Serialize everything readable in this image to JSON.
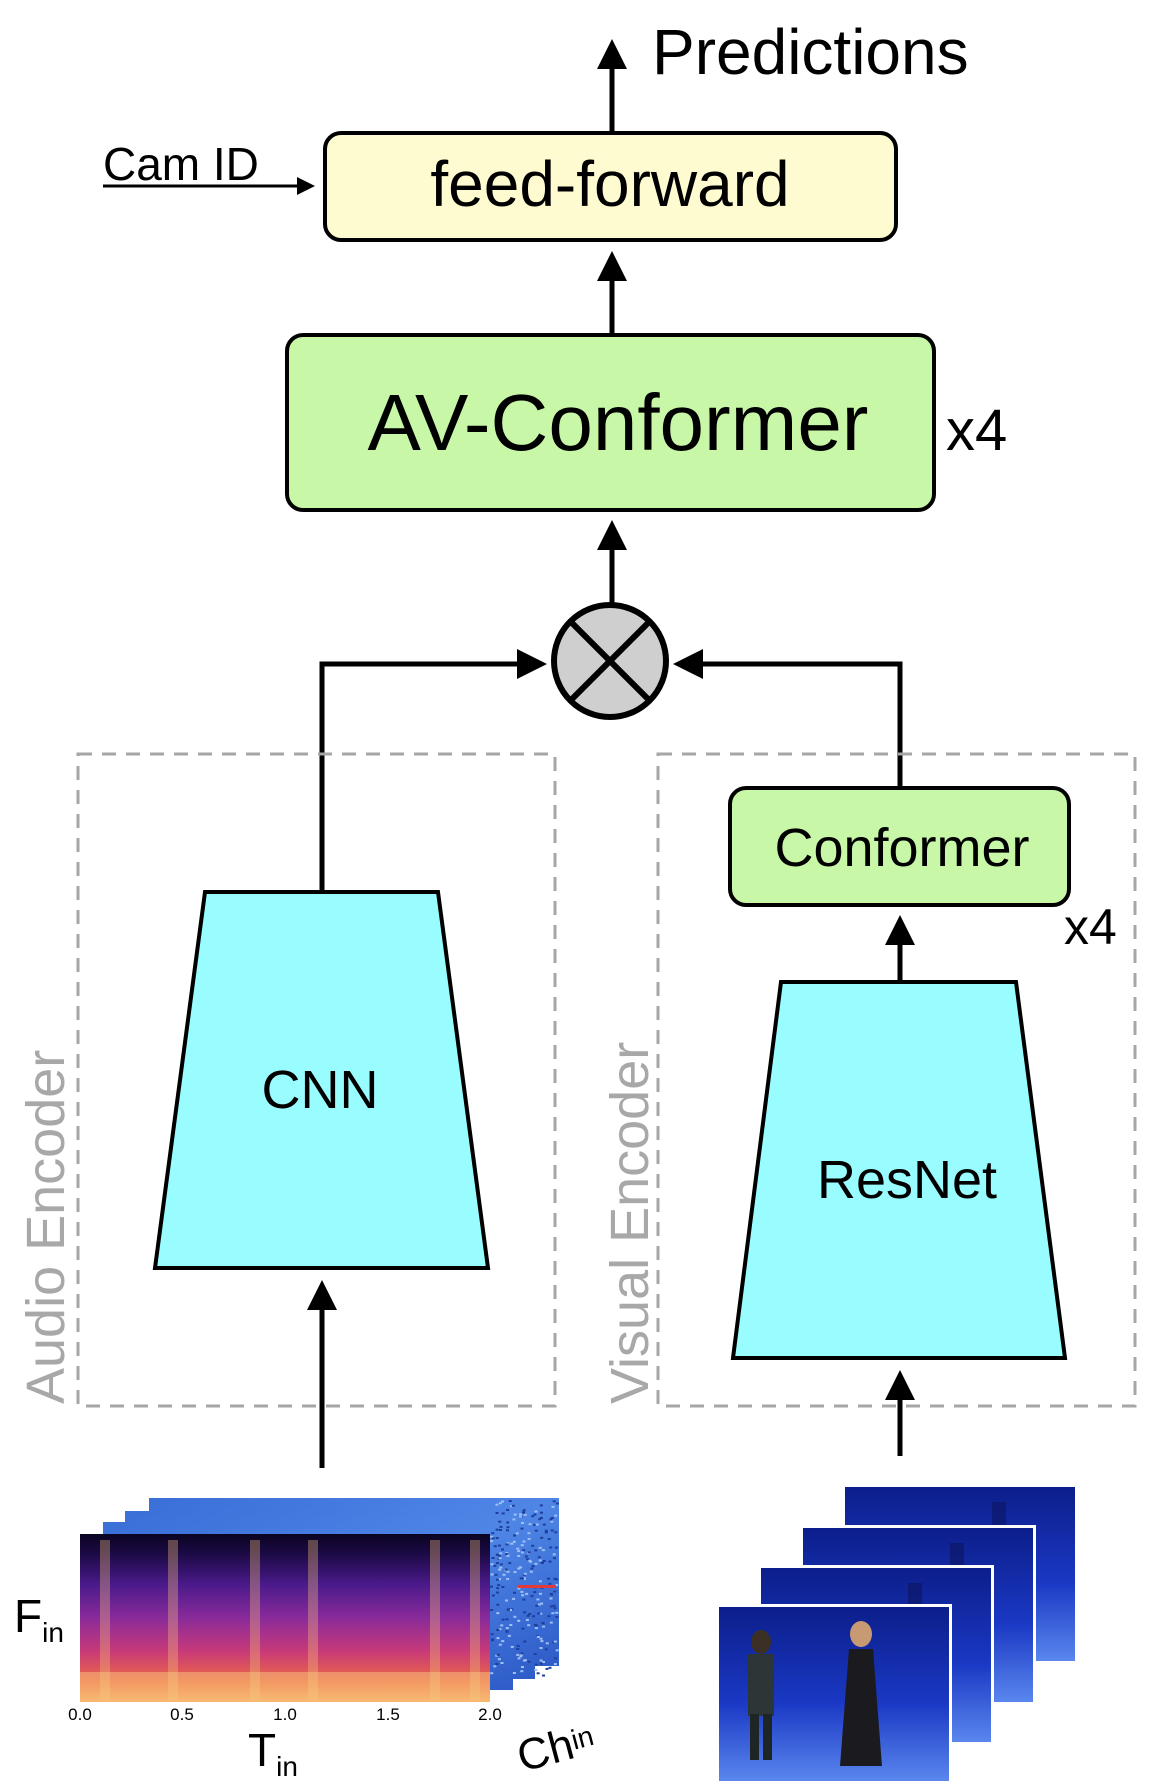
{
  "outputs": {
    "predictions": "Predictions"
  },
  "inputs": {
    "cam_id": "Cam ID"
  },
  "blocks": {
    "feed_forward": "feed-forward",
    "av_conformer": "AV-Conformer",
    "av_conformer_repeat": "x4",
    "conformer": "Conformer",
    "conformer_repeat": "x4",
    "cnn": "CNN",
    "resnet": "ResNet"
  },
  "groups": {
    "audio_encoder": "Audio Encoder",
    "visual_encoder": "Visual Encoder"
  },
  "spectrogram": {
    "freq_label": "F",
    "freq_sub": "in",
    "time_label": "T",
    "time_sub": "in",
    "channel_label": "Ch",
    "channel_sub": "in",
    "time_ticks": [
      "0.0",
      "0.5",
      "1.0",
      "1.5",
      "2.0"
    ]
  },
  "colors": {
    "feed_forward_fill": "#FFFBD1",
    "conformer_fill": "#C8F7A8",
    "encoder_fill": "#99FCFF",
    "fusion_fill": "#CFCFCF",
    "group_border": "#A6A6A6",
    "group_label": "#A8A8A8",
    "video_background": "#1530B8"
  }
}
